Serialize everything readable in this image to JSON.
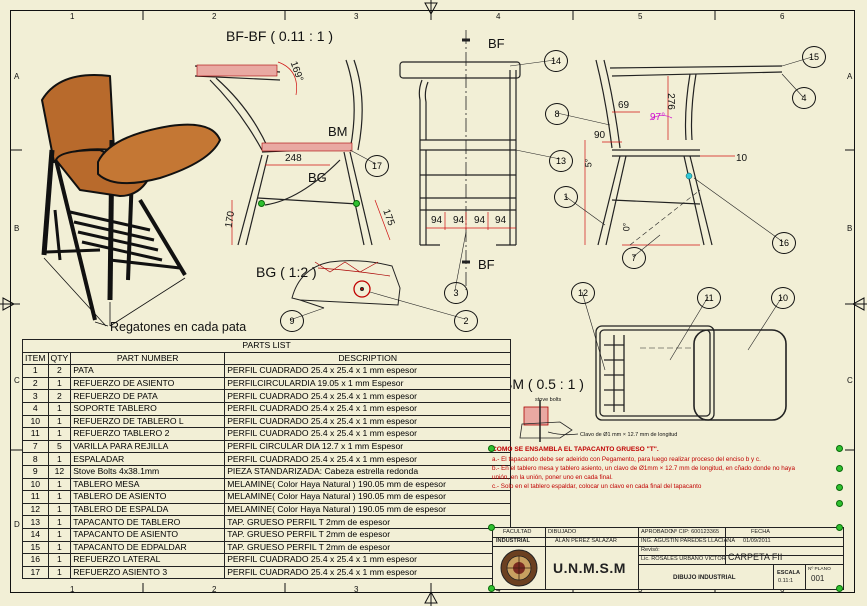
{
  "zones": {
    "cols": [
      "1",
      "2",
      "3",
      "4",
      "5",
      "6"
    ],
    "rows": [
      "A",
      "B",
      "C",
      "D"
    ]
  },
  "views": {
    "section_bf": "BF-BF ( 0.11 : 1 )",
    "detail_bg": "BG ( 1:2 )",
    "detail_bm": "BM ( 0.5 : 1 )",
    "section_marker": "BF",
    "label_bm": "BM",
    "label_bg": "BG",
    "regatones_note": "Regatones en cada pata",
    "stove_bolts_note": "stove bolts",
    "clavo_note": "Clavo de Ø1 mm × 12.7 mm de longitud"
  },
  "dimensions": {
    "angle_169": "169°",
    "d248": "248",
    "d170": "170",
    "d175": "175",
    "d94a": "94",
    "d94b": "94",
    "d94c": "94",
    "d94d": "94",
    "d69": "69",
    "d276": "276",
    "angle_97": "97°",
    "d90": "90",
    "d10": "10",
    "angle_5": "5°",
    "angle_0": "0°"
  },
  "balloons": [
    "1",
    "2",
    "3",
    "4",
    "7",
    "8",
    "9",
    "10",
    "11",
    "12",
    "13",
    "14",
    "15",
    "16",
    "17"
  ],
  "parts_list": {
    "title": "PARTS LIST",
    "headers": [
      "ITEM",
      "QTY",
      "PART NUMBER",
      "DESCRIPTION"
    ],
    "rows": [
      [
        "1",
        "2",
        "PATA",
        "PERFIL CUADRADO 25.4 x 25.4 x 1 mm espesor"
      ],
      [
        "2",
        "1",
        "REFUERZO DE ASIENTO",
        "PERFILCIRCULARDIA 19.05 x 1 mm Espesor"
      ],
      [
        "3",
        "2",
        "REFUERZO DE PATA",
        "PERFIL CUADRADO 25.4 x 25.4 x 1 mm espesor"
      ],
      [
        "4",
        "1",
        "SOPORTE TABLERO",
        "PERFIL CUADRADO 25.4 x 25.4 x 1 mm espesor"
      ],
      [
        "10",
        "1",
        "REFUERZO DE TABLERO L",
        "PERFIL CUADRADO 25.4 x 25.4 x 1 mm espesor"
      ],
      [
        "11",
        "1",
        "REFUERZO TABLERO 2",
        "PERFIL CUADRADO 25.4 x 25.4 x 1 mm espesor"
      ],
      [
        "7",
        "5",
        "VARILLA PARA REJILLA",
        "PERFIL CIRCULAR DIA 12.7 x 1 mm Espesor"
      ],
      [
        "8",
        "1",
        "ESPALADAR",
        "PERFIL CUADRADO 25.4 x 25.4 x 1 mm espesor"
      ],
      [
        "9",
        "12",
        "Stove Bolts 4x38.1mm",
        "PIEZA STANDARIZADA: Cabeza estrella redonda"
      ],
      [
        "10",
        "1",
        "TABLERO MESA",
        "MELAMINE( Color Haya Natural ) 190.05 mm de espesor"
      ],
      [
        "11",
        "1",
        "TABLERO DE ASIENTO",
        "MELAMINE( Color Haya Natural ) 190.05 mm de espesor"
      ],
      [
        "12",
        "1",
        "TABLERO DE ESPALDA",
        "MELAMINE( Color Haya Natural ) 190.05 mm de espesor"
      ],
      [
        "13",
        "1",
        "TAPACANTO DE TABLERO",
        "TAP. GRUESO PERFIL T 2mm de espesor"
      ],
      [
        "14",
        "1",
        "TAPACANTO DE ASIENTO",
        "TAP. GRUESO PERFIL T 2mm de espesor"
      ],
      [
        "15",
        "1",
        "TAPACANTO DE EDPALDAR",
        "TAP. GRUESO PERFIL T 2mm de espesor"
      ],
      [
        "16",
        "1",
        "REFUERZO LATERAL",
        "PERFIL CUADRADO 25.4 x 25.4 x 1 mm espesor"
      ],
      [
        "17",
        "1",
        "REFUERZO ASIENTO 3",
        "PERFIL CUADRADO 25.4 x 25.4 x 1 mm espesor"
      ]
    ]
  },
  "notes": [
    "COMO SE ENSAMBLA EL TAPACANTO GRUESO \"T\".",
    "a.- El tapacando debe ser adeirido con Pegamento, para luego realizar proceso del enciso b y c.",
    "b.- En el tablero mesa y tablero asiento, un clavo de Ø1mm × 12.7 mm de longitud,  en cñado donde no haya",
    "unión, en la unión, poner uno en cada final.",
    "c.- Solo en el tablero espaldar, colocar un clavo en cada final del tapacanto"
  ],
  "title_block": {
    "facultad": "FACULTAD",
    "industrial": "INDUSTRIAL",
    "dibujado": "DIBUJADO",
    "author": "ALAN PEREZ SALAZAR",
    "aprobado": "APROBADO",
    "cip": "Nº CIP: 600123365",
    "approver": "ING. AGUSTIN PAREDES LLACIANA",
    "revisado": "Revisó:",
    "reviewer": "Lic. ROSALES URBANO VICTOR",
    "fecha": "FECHA",
    "date": "01/09/2011",
    "university": "U.N.M.S.M",
    "project": "CARPETA FII",
    "subject": "DIBUJO INDUSTRIAL",
    "escala": "ESCALA",
    "scale_value": "0.11:1",
    "plano": "Nº PLANO",
    "sheet_no": "001"
  },
  "colors": {
    "paper": "#f2efd6",
    "wood": "#b86a2c",
    "frame": "#3a3a3a",
    "dimension": "#d01010",
    "note_red": "#c00000",
    "handle_green": "#2fc02f"
  }
}
